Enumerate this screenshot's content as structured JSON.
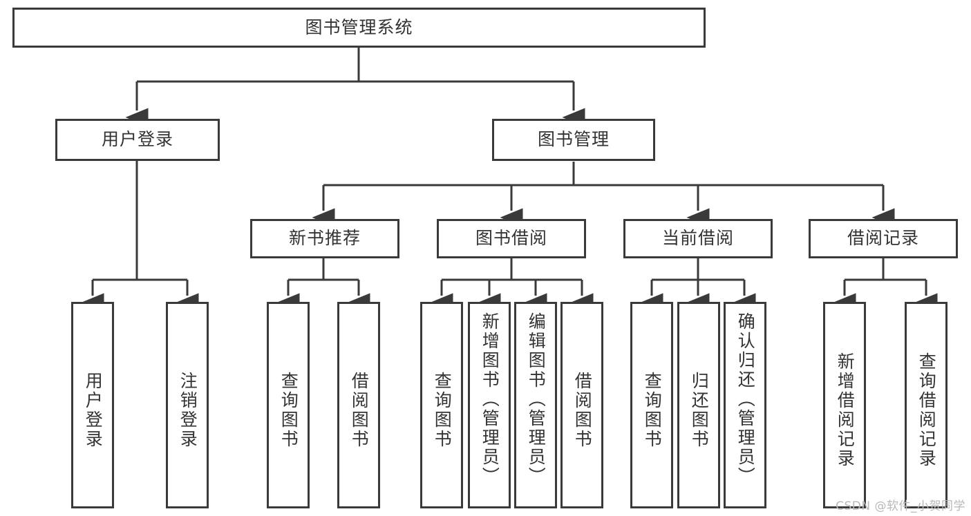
{
  "diagram": {
    "title": "图书管理系统",
    "type": "tree-hierarchy-diagram",
    "watermark": "CSDN @软件_小贺同学",
    "colors": {
      "border": "#3a3a3a",
      "text": "#333333",
      "background": "#ffffff",
      "watermark": "#b8b8b8"
    },
    "nodes": {
      "root": {
        "label": "图书管理系统"
      },
      "level2": [
        {
          "label": "用户登录"
        },
        {
          "label": "图书管理"
        }
      ],
      "level3": [
        {
          "label": "新书推荐"
        },
        {
          "label": "图书借阅"
        },
        {
          "label": "当前借阅"
        },
        {
          "label": "借阅记录"
        }
      ],
      "leaves": {
        "user_login": [
          {
            "label": "用户登录"
          },
          {
            "label": "注销登录"
          }
        ],
        "new_book": [
          {
            "label": "查询图书"
          },
          {
            "label": "借阅图书"
          }
        ],
        "book_borrow": [
          {
            "label": "查询图书"
          },
          {
            "label": "新增图书（管理员）"
          },
          {
            "label": "编辑图书（管理员）"
          },
          {
            "label": "借阅图书"
          }
        ],
        "current_borrow": [
          {
            "label": "查询图书"
          },
          {
            "label": "归还图书"
          },
          {
            "label": "确认归还（管理员）"
          }
        ],
        "borrow_record": [
          {
            "label": "新增借阅记录"
          },
          {
            "label": "查询借阅记录"
          }
        ]
      }
    }
  }
}
